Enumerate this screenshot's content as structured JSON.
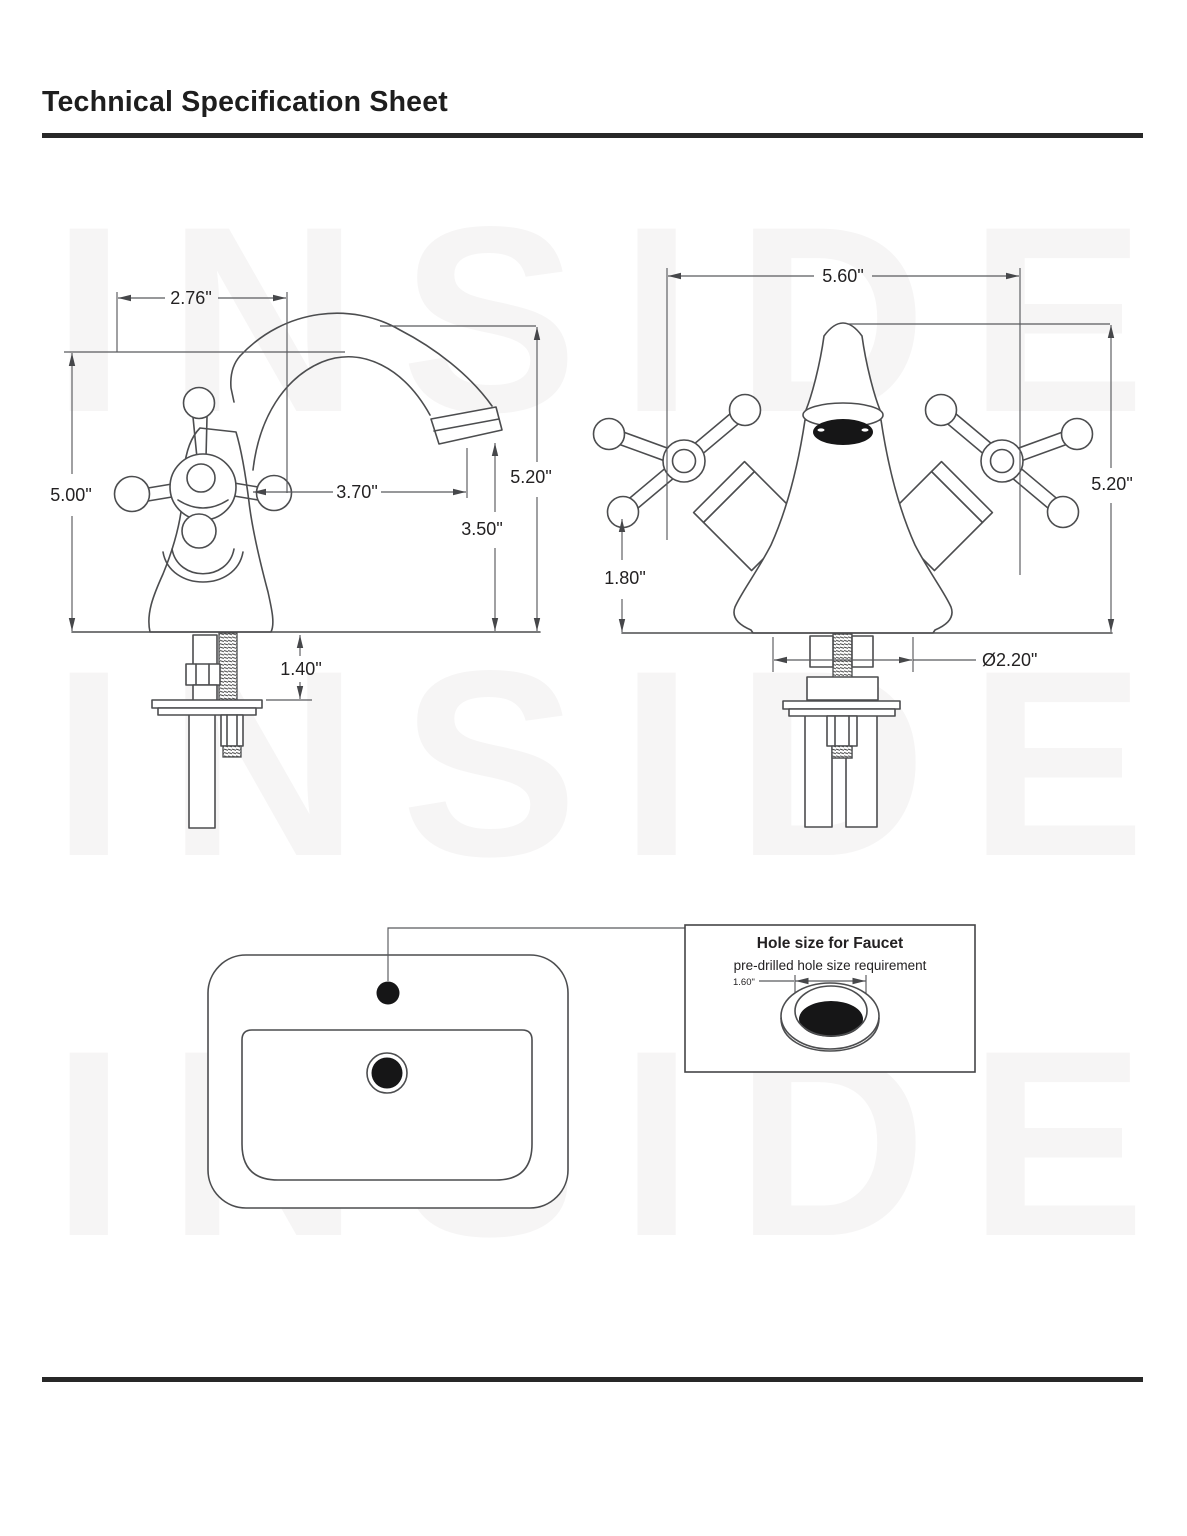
{
  "page": {
    "title": "Technical Specification Sheet"
  },
  "watermark": {
    "text": "INSIDE"
  },
  "dims": {
    "side": {
      "top_width": "2.76\"",
      "overall_height": "5.00\"",
      "spout_reach": "3.70\"",
      "spout_height": "5.20\"",
      "aerator_height": "3.50\"",
      "deck_range": "1.40\""
    },
    "front": {
      "overall_width": "5.60\"",
      "overall_height": "5.20\"",
      "handle_height": "1.80\"",
      "base_diameter": "Ø2.20\""
    },
    "detail": {
      "title": "Hole size for Faucet",
      "subtitle": "pre-drilled hole size requirement",
      "hole_diameter": "1.60\""
    }
  }
}
